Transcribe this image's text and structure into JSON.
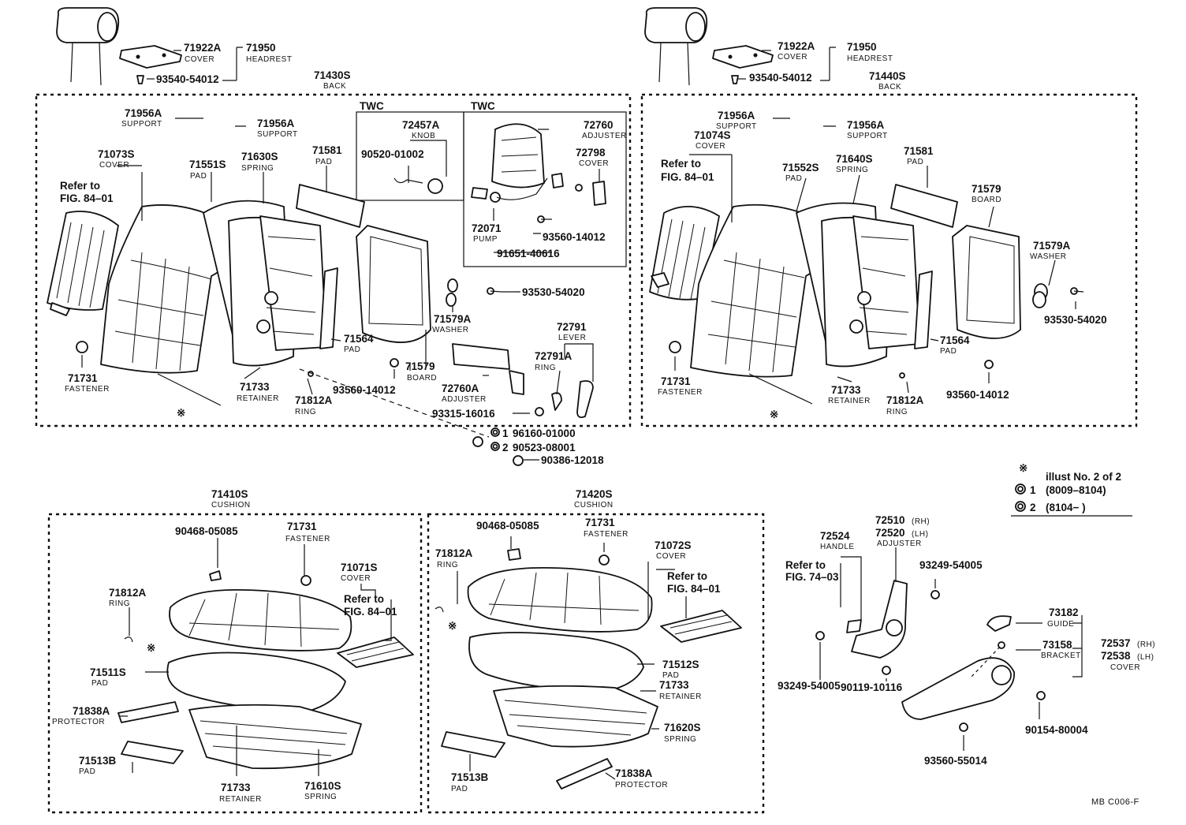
{
  "headrest_left": {
    "cover_no": "71922A",
    "cover_name": "COVER",
    "headrest_no": "71950",
    "headrest_name": "HEADREST",
    "screw_no": "93540-54012"
  },
  "back_left": {
    "assy_no": "71430S",
    "assy_name": "BACK",
    "twc_1": "TWC",
    "twc_2": "TWC",
    "support_1_no": "71956A",
    "support_1_name": "SUPPORT",
    "support_2_no": "71956A",
    "support_2_name": "SUPPORT",
    "cover_no": "71073S",
    "cover_name": "COVER",
    "refer_1": "Refer to",
    "refer_2": "FIG. 84–01",
    "pad_a_no": "71551S",
    "pad_a_name": "PAD",
    "spring_no": "71630S",
    "spring_name": "SPRING",
    "pad_b_no": "71581",
    "pad_b_name": "PAD",
    "knob_no": "72457A",
    "knob_name": "KNOB",
    "screw_knob_no": "90520-01002",
    "adjuster_no": "72760",
    "adjuster_name": "ADJUSTER",
    "cover_b_no": "72798",
    "cover_b_name": "COVER",
    "pump_no": "72071",
    "pump_name": "PUMP",
    "bolt_a_no": "93560-14012",
    "clamp_no": "91651-40616",
    "screw_b_no": "93530-54020",
    "washer_no": "71579A",
    "washer_name": "WASHER",
    "pad_c_no": "71564",
    "pad_c_name": "PAD",
    "board_no": "71579",
    "board_name": "BOARD",
    "lever_no": "72791",
    "lever_name": "LEVER",
    "ring_b_no": "72791A",
    "ring_b_name": "RING",
    "fastener_no": "71731",
    "fastener_name": "FASTENER",
    "retainer_no": "71733",
    "retainer_name": "RETAINER",
    "ring_no": "71812A",
    "ring_name": "RING",
    "bolt_b_no": "93560-14012",
    "adjuster_b_no": "72760A",
    "adjuster_b_name": "ADJUSTER",
    "bolt_c_no": "93315-16016",
    "note_mark": "※"
  },
  "misc": {
    "opt1_mark": "1",
    "opt1_no": "96160-01000",
    "opt2_mark": "2",
    "opt2_no": "90523-08001",
    "nut_no": "90386-12018"
  },
  "headrest_right": {
    "cover_no": "71922A",
    "cover_name": "COVER",
    "headrest_no": "71950",
    "headrest_name": "HEADREST",
    "screw_no": "93540-54012"
  },
  "back_right": {
    "assy_no": "71440S",
    "assy_name": "BACK",
    "support_1_no": "71956A",
    "support_1_name": "SUPPORT",
    "support_2_no": "71956A",
    "support_2_name": "SUPPORT",
    "cover_no": "71074S",
    "cover_name": "COVER",
    "refer_1": "Refer to",
    "refer_2": "FIG. 84–01",
    "pad_a_no": "71552S",
    "pad_a_name": "PAD",
    "spring_no": "71640S",
    "spring_name": "SPRING",
    "pad_b_no": "71581",
    "pad_b_name": "PAD",
    "board_no": "71579",
    "board_name": "BOARD",
    "washer_no": "71579A",
    "washer_name": "WASHER",
    "screw_no": "93530-54020",
    "pad_c_no": "71564",
    "pad_c_name": "PAD",
    "bolt_no": "93560-14012",
    "fastener_no": "71731",
    "fastener_name": "FASTENER",
    "retainer_no": "71733",
    "retainer_name": "RETAINER",
    "ring_no": "71812A",
    "ring_name": "RING",
    "note_mark": "※"
  },
  "cushion_left": {
    "assy_no": "71410S",
    "assy_name": "CUSHION",
    "screw_no": "90468-05085",
    "fastener_no": "71731",
    "fastener_name": "FASTENER",
    "ring_no": "71812A",
    "ring_name": "RING",
    "cover_no": "71071S",
    "cover_name": "COVER",
    "refer_1": "Refer to",
    "refer_2": "FIG. 84–01",
    "pad_no": "71511S",
    "pad_name": "PAD",
    "protector_no": "71838A",
    "protector_name": "PROTECTOR",
    "pad_b_no": "71513B",
    "pad_b_name": "PAD",
    "retainer_no": "71733",
    "retainer_name": "RETAINER",
    "spring_no": "71610S",
    "spring_name": "SPRING",
    "note_mark": "※"
  },
  "cushion_right": {
    "assy_no": "71420S",
    "assy_name": "CUSHION",
    "screw_no": "90468-05085",
    "fastener_no": "71731",
    "fastener_name": "FASTENER",
    "ring_no": "71812A",
    "ring_name": "RING",
    "cover_no": "71072S",
    "cover_name": "COVER",
    "refer_1": "Refer to",
    "refer_2": "FIG. 84–01",
    "pad_no": "71512S",
    "pad_name": "PAD",
    "retainer_no": "71733",
    "retainer_name": "RETAINER",
    "spring_no": "71620S",
    "spring_name": "SPRING",
    "pad_b_no": "71513B",
    "pad_b_name": "PAD",
    "protector_no": "71838A",
    "protector_name": "PROTECTOR",
    "note_mark": "※"
  },
  "adjuster_group": {
    "handle_no": "72524",
    "handle_name": "HANDLE",
    "adjuster_rh_no": "72510",
    "adjuster_rh_tag": "(RH)",
    "adjuster_lh_no": "72520",
    "adjuster_lh_tag": "(LH)",
    "adjuster_name": "ADJUSTER",
    "refer_1": "Refer to",
    "refer_2": "FIG. 74–03",
    "bolt_a_no": "93249-54005",
    "bolt_b_no": "93249-54005",
    "bolt_c_no": "90119-10116",
    "guide_no": "73182",
    "guide_name": "GUIDE",
    "bracket_no": "73158",
    "bracket_name": "BRACKET",
    "cover_rh_no": "72537",
    "cover_rh_tag": "(RH)",
    "cover_lh_no": "72538",
    "cover_lh_tag": "(LH)",
    "cover_name": "COVER",
    "screw_a_no": "90154-80004",
    "screw_b_no": "93560-55014"
  },
  "legend": {
    "note_mark": "※",
    "note_text": "illust No. 2 of 2",
    "item1_mark": "1",
    "item1_text": "(8009–8104)",
    "item2_mark": "2",
    "item2_text": "(8104−        )"
  },
  "footer": {
    "code": "MB C006-F"
  }
}
